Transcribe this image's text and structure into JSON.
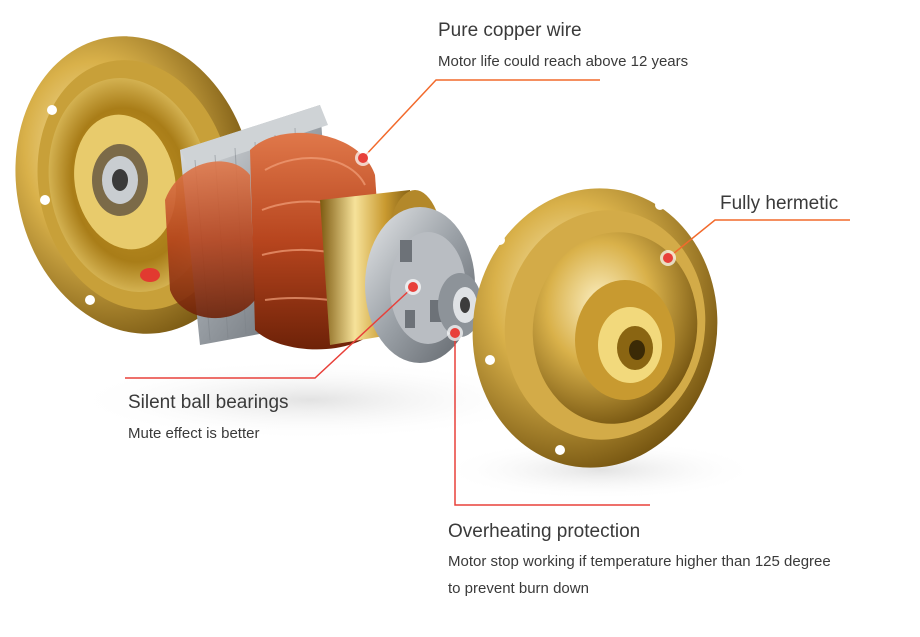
{
  "callouts": {
    "copper": {
      "title": "Pure copper wire",
      "desc": "Motor life could reach above 12 years"
    },
    "hermetic": {
      "title": "Fully hermetic"
    },
    "bearings": {
      "title": "Silent ball bearings",
      "desc": "Mute effect is better"
    },
    "overheat": {
      "title": "Overheating protection",
      "desc_line1": "Motor stop working if temperature higher than 125 degree",
      "desc_line2": "to prevent burn down"
    }
  },
  "colors": {
    "callout_line": "#f26a2c",
    "dot": "#e8403a",
    "gold_light": "#f4dc86",
    "gold_dark": "#8a6512",
    "copper": "#b7451e",
    "steel": "#9aa0a6"
  }
}
